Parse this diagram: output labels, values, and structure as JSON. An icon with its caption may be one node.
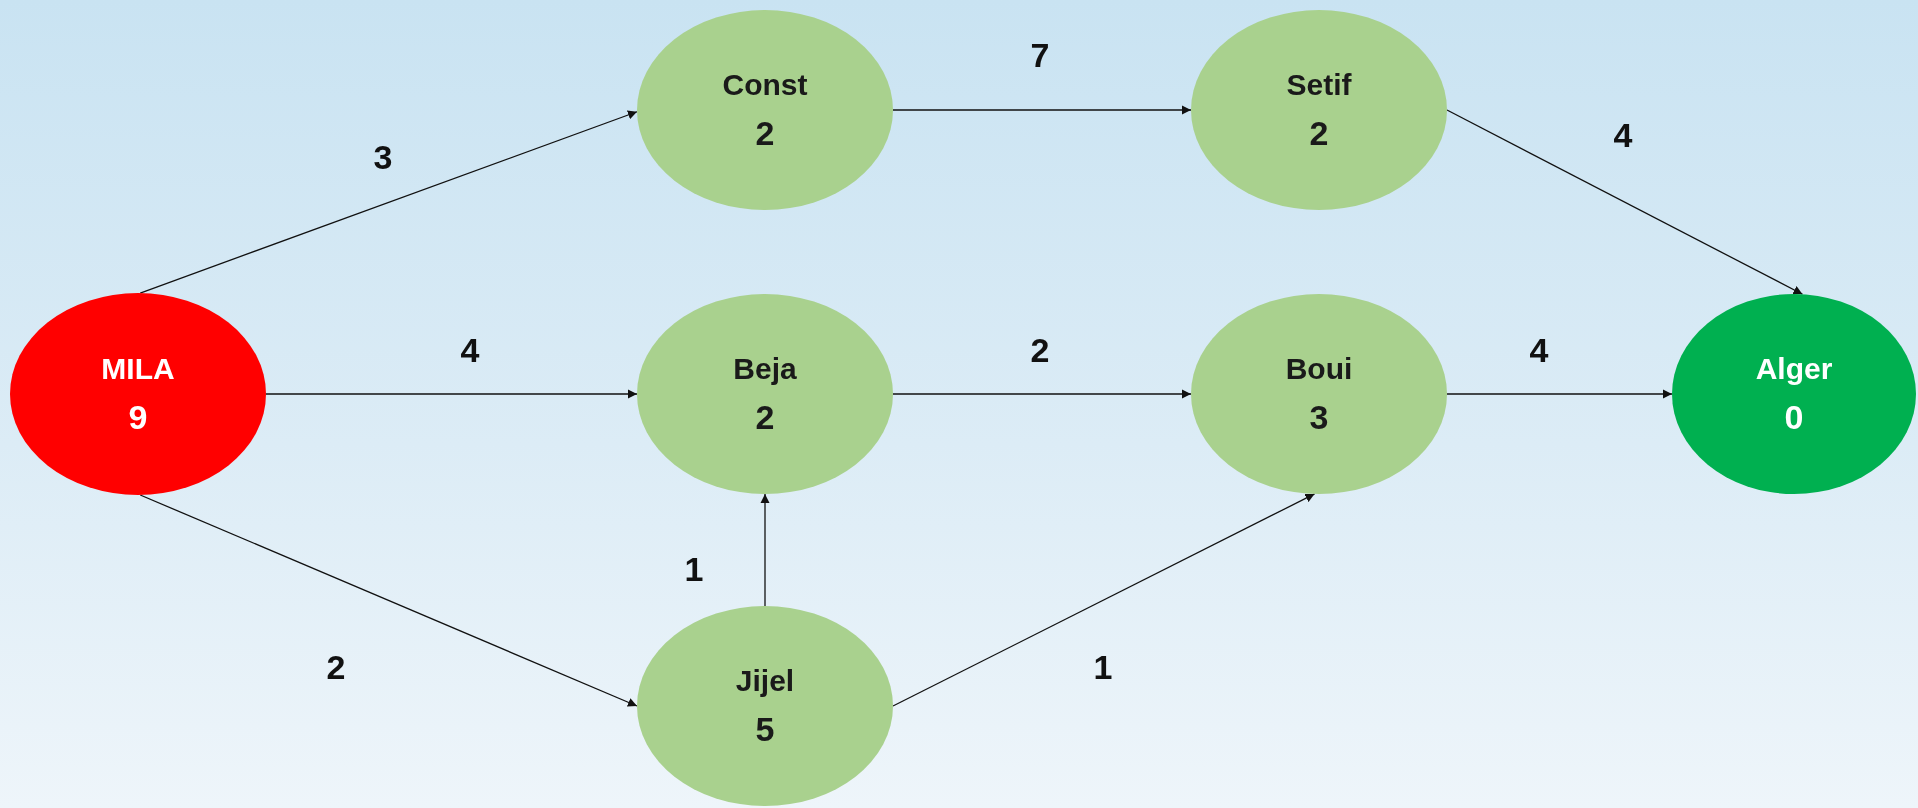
{
  "diagram": {
    "nodes": [
      {
        "text": [
          "MILA",
          "9"
        ]
      },
      {
        "text": [
          "Const",
          "2"
        ]
      },
      {
        "text": [
          "Setif",
          "2"
        ]
      },
      {
        "text": [
          "Beja",
          "2"
        ]
      },
      {
        "text": [
          "Boui",
          "3"
        ]
      },
      {
        "text": [
          "Alger",
          "0"
        ]
      },
      {
        "text": [
          "Jijel",
          "5"
        ]
      }
    ],
    "edges": [
      {
        "from": 0,
        "to": 1,
        "arrow": "to",
        "label": "3"
      },
      {
        "from": 0,
        "to": 3,
        "arrow": "to",
        "label": "4"
      },
      {
        "from": 0,
        "to": 6,
        "arrow": "to",
        "label": "2"
      },
      {
        "from": 1,
        "to": 2,
        "arrow": "to",
        "label": "7"
      },
      {
        "from": 2,
        "to": 5,
        "arrow": "to",
        "label": "4"
      },
      {
        "from": 3,
        "to": 4,
        "arrow": "to",
        "label": "2"
      },
      {
        "from": 4,
        "to": 5,
        "arrow": "to",
        "label": "4"
      },
      {
        "from": 6,
        "to": 3,
        "arrow": "to",
        "label": "1"
      },
      {
        "from": 6,
        "to": 4,
        "arrow": "to",
        "label": "1"
      }
    ]
  }
}
